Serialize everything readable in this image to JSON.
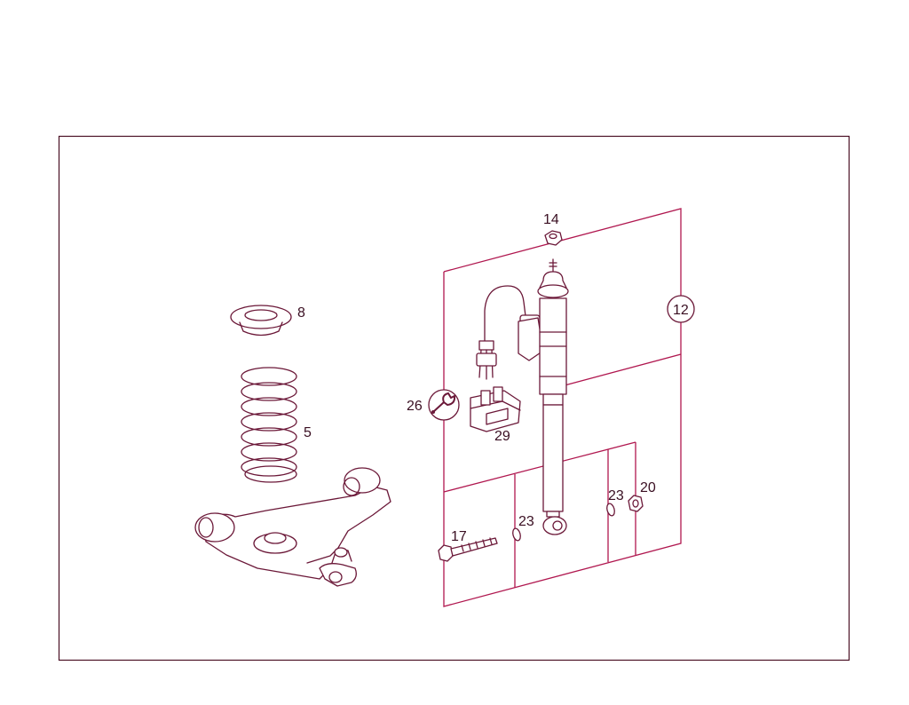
{
  "colors": {
    "outline": "#6b1838",
    "reference_lines": "#b0174f",
    "frame": "#4a1024",
    "background": "#ffffff"
  },
  "labels": {
    "p8": "8",
    "p5": "5",
    "p14": "14",
    "p12": "12",
    "p26": "26",
    "p29": "29",
    "p17": "17",
    "p23a": "23",
    "p23b": "23",
    "p20": "20"
  },
  "icons": {
    "p26_symbol": "wrench-icon"
  }
}
